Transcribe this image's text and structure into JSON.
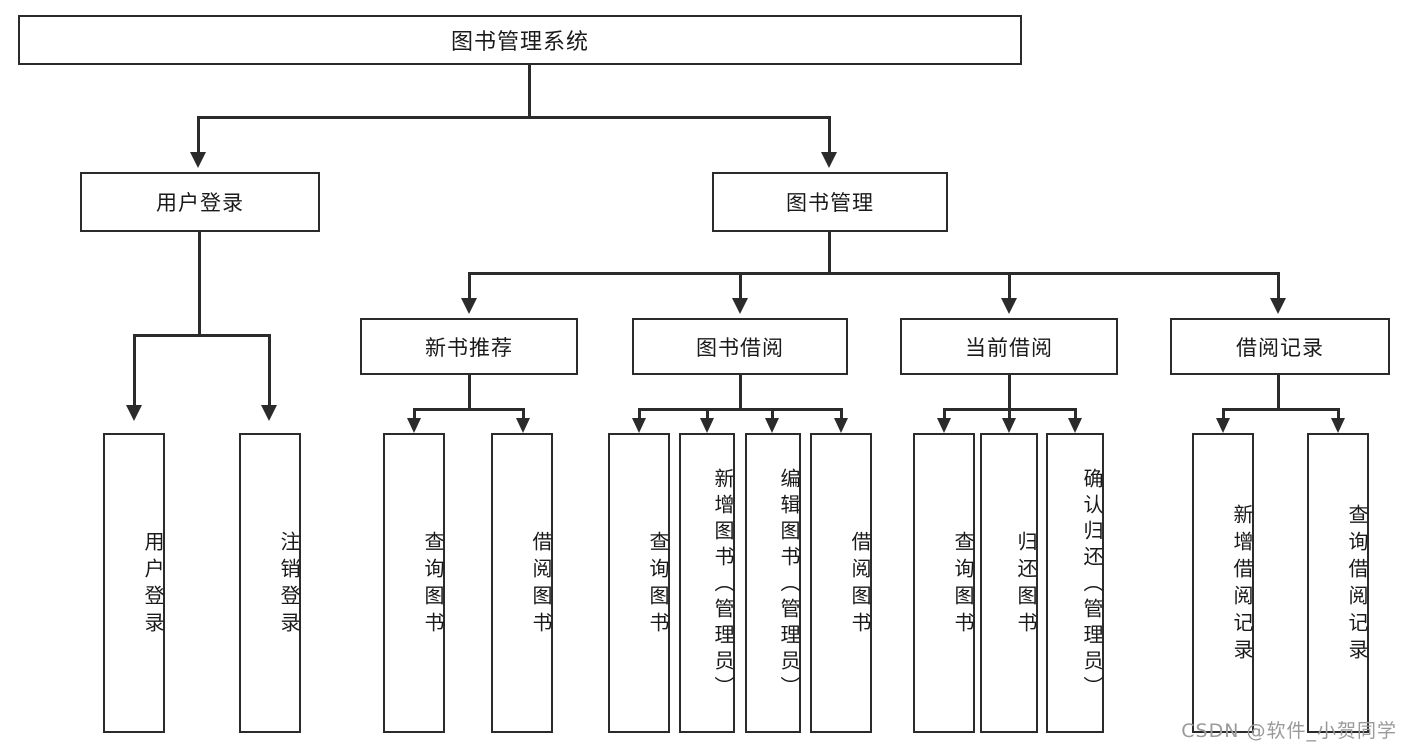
{
  "diagram": {
    "title": "图书管理系统",
    "root": {
      "label": "图书管理系统"
    },
    "level2": [
      {
        "label": "用户登录"
      },
      {
        "label": "图书管理"
      }
    ],
    "level3": [
      {
        "label": "新书推荐"
      },
      {
        "label": "图书借阅"
      },
      {
        "label": "当前借阅"
      },
      {
        "label": "借阅记录"
      }
    ],
    "leaves": {
      "user_login": [
        {
          "label": "用户登录"
        },
        {
          "label": "注销登录"
        }
      ],
      "new_book_recommend": [
        {
          "label": "查询图书"
        },
        {
          "label": "借阅图书"
        }
      ],
      "book_borrow": [
        {
          "label": "查询图书"
        },
        {
          "label": "新增图书（管理员）"
        },
        {
          "label": "编辑图书（管理员）"
        },
        {
          "label": "借阅图书"
        }
      ],
      "current_borrow": [
        {
          "label": "查询图书"
        },
        {
          "label": "归还图书"
        },
        {
          "label": "确认归还（管理员）"
        }
      ],
      "borrow_records": [
        {
          "label": "新增借阅记录"
        },
        {
          "label": "查询借阅记录"
        }
      ]
    }
  },
  "watermark": {
    "text": "CSDN @软件_小贺同学"
  },
  "colors": {
    "stroke": "#2b2b2b",
    "background": "#ffffff",
    "text": "#1a1a1a",
    "watermark": "#9a9a9a"
  }
}
